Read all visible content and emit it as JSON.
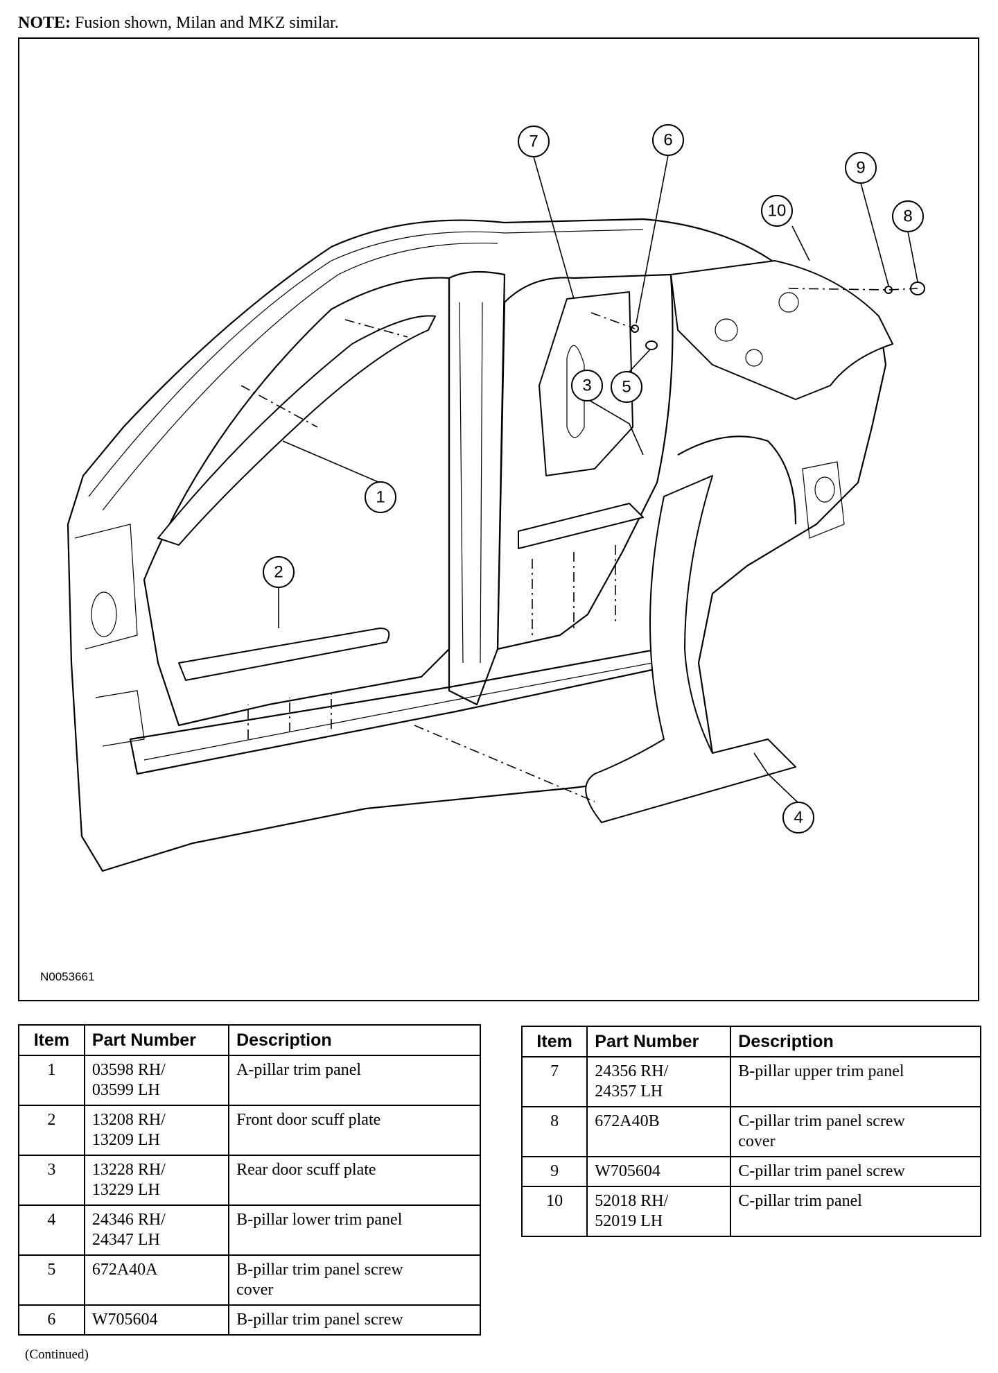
{
  "note": {
    "label": "NOTE:",
    "text": "Fusion shown, Milan and MKZ similar."
  },
  "figure": {
    "id": "N0053661",
    "callouts": [
      "1",
      "2",
      "3",
      "4",
      "5",
      "6",
      "7",
      "8",
      "9",
      "10"
    ]
  },
  "table_headers": {
    "item": "Item",
    "part": "Part Number",
    "desc": "Description"
  },
  "table_left": [
    {
      "item": "1",
      "part": [
        "03598 RH/",
        "03599 LH"
      ],
      "desc": [
        "A-pillar trim panel"
      ]
    },
    {
      "item": "2",
      "part": [
        "13208 RH/",
        "13209 LH"
      ],
      "desc": [
        "Front door scuff plate"
      ]
    },
    {
      "item": "3",
      "part": [
        "13228 RH/",
        "13229 LH"
      ],
      "desc": [
        "Rear door scuff plate"
      ]
    },
    {
      "item": "4",
      "part": [
        "24346 RH/",
        "24347 LH"
      ],
      "desc": [
        "B-pillar lower trim panel"
      ]
    },
    {
      "item": "5",
      "part": [
        "672A40A"
      ],
      "desc": [
        "B-pillar trim panel screw",
        "cover"
      ]
    },
    {
      "item": "6",
      "part": [
        "W705604"
      ],
      "desc": [
        "B-pillar trim panel screw"
      ]
    }
  ],
  "table_right": [
    {
      "item": "7",
      "part": [
        "24356 RH/",
        "24357 LH"
      ],
      "desc": [
        "B-pillar upper trim panel"
      ]
    },
    {
      "item": "8",
      "part": [
        "672A40B"
      ],
      "desc": [
        "C-pillar trim panel screw",
        "cover"
      ]
    },
    {
      "item": "9",
      "part": [
        "W705604"
      ],
      "desc": [
        "C-pillar trim panel screw"
      ]
    },
    {
      "item": "10",
      "part": [
        "52018 RH/",
        "52019 LH"
      ],
      "desc": [
        "C-pillar trim panel"
      ]
    }
  ],
  "continued": "(Continued)"
}
